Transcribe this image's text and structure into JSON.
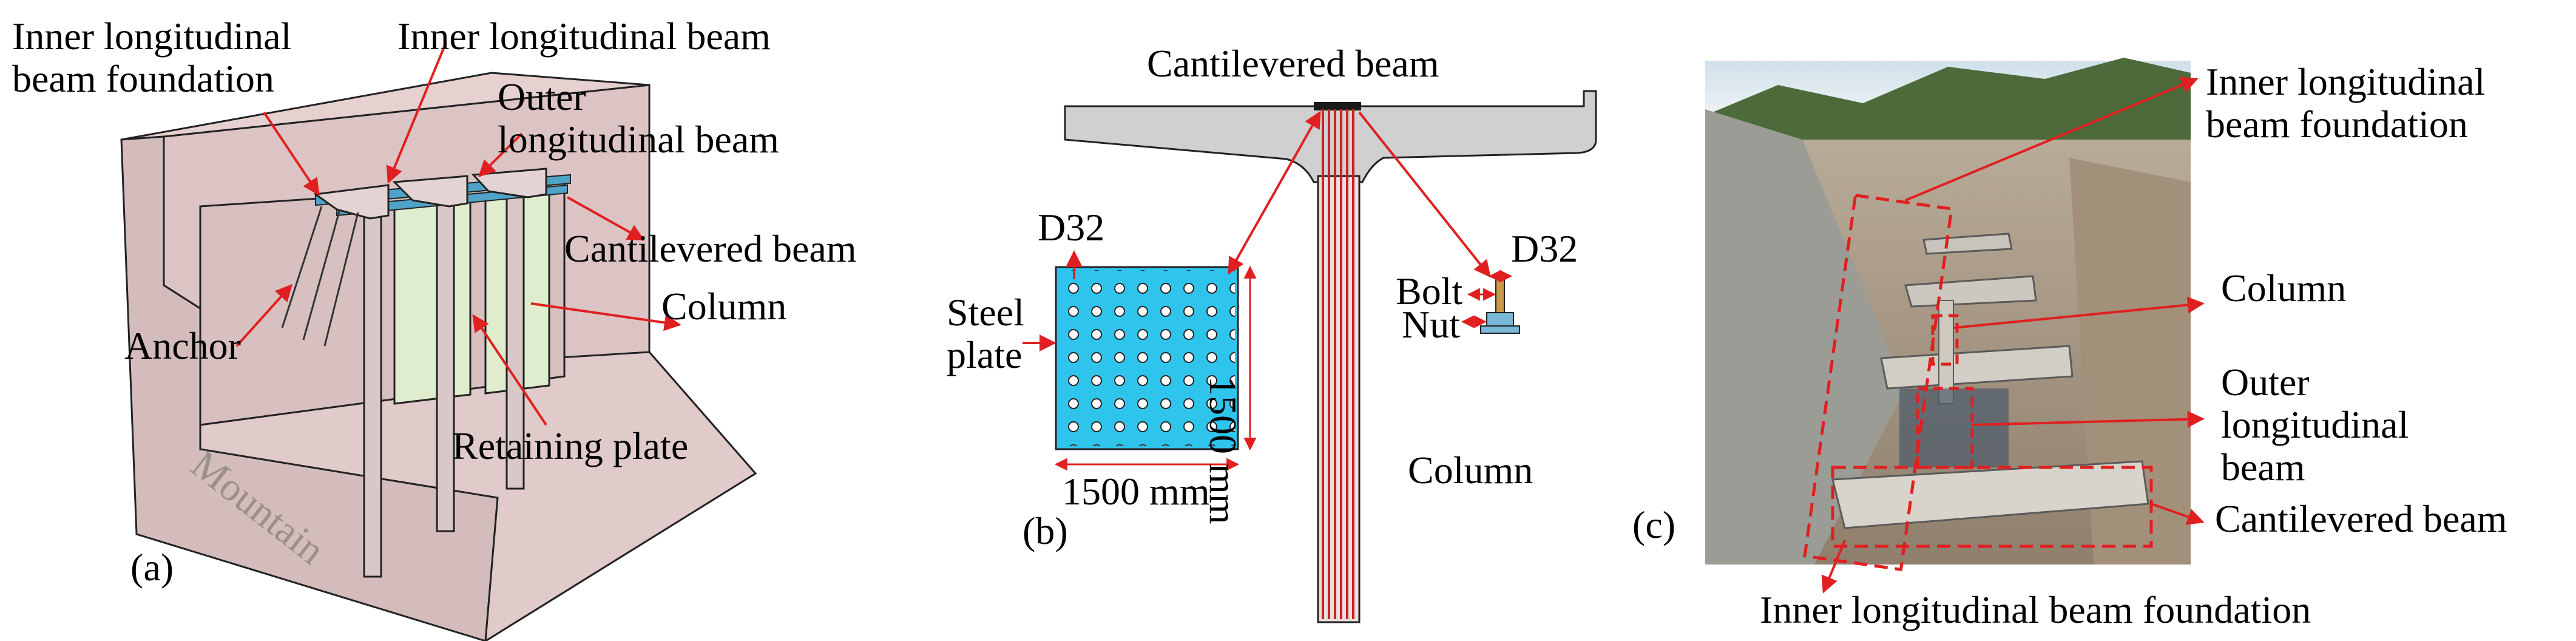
{
  "panel_a": {
    "tag": "(a)",
    "labels": {
      "inner_beam_foundation": "Inner longitudinal beam foundation",
      "inner_beam": "Inner longitudinal beam",
      "outer_beam": "Outer longitudinal beam",
      "cantilevered_beam": "Cantilevered beam",
      "column": "Column",
      "anchor": "Anchor",
      "retaining_plate": "Retaining plate",
      "mountain": "Mountain"
    },
    "colors": {
      "slope": "#dcc4c4",
      "beam": "#4fa3c9",
      "plate": "#dfeccd",
      "arrow": "#e02020"
    }
  },
  "panel_b": {
    "tag": "(b)",
    "labels": {
      "cantilevered_beam": "Cantilevered beam",
      "d32_plate": "D32",
      "steel_plate": "Steel plate",
      "dim_vertical": "1500 mm",
      "dim_horizontal": "1500 mm",
      "column": "Column",
      "d32_bolt": "D32",
      "bolt": "Bolt",
      "nut": "Nut"
    },
    "colors": {
      "plate": "#2ec4ec",
      "rebar": "#cc2222",
      "concrete": "#d0d0d0"
    }
  },
  "panel_c": {
    "tag": "(c)",
    "labels": {
      "inner_beam_foundation_top": "Inner longitudinal beam foundation",
      "column": "Column",
      "outer_beam": "Outer longitudinal beam",
      "cantilevered_beam": "Cantilevered beam",
      "inner_beam_foundation_bottom": "Inner longitudinal beam foundation"
    },
    "colors": {
      "highlight": "#e02020"
    }
  }
}
